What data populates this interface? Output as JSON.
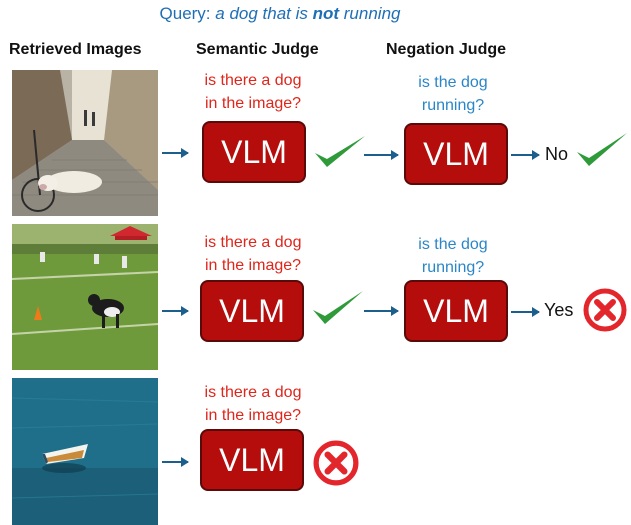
{
  "query": {
    "prefix": "Query: ",
    "text_before": "a dog that is ",
    "emph": "not",
    "text_after": " running"
  },
  "headers": {
    "retrieved": "Retrieved Images",
    "semantic": "Semantic Judge",
    "negation": "Negation Judge"
  },
  "rows": [
    {
      "semantic_q1": "is there a dog",
      "semantic_q2": "in the image?",
      "vlm": "VLM",
      "negation_q1": "is the dog",
      "negation_q2": "running?",
      "vlm2": "VLM",
      "answer": "No"
    },
    {
      "semantic_q1": "is there a dog",
      "semantic_q2": "in the image?",
      "vlm": "VLM",
      "negation_q1": "is the dog",
      "negation_q2": "running?",
      "vlm2": "VLM",
      "answer": "Yes"
    },
    {
      "semantic_q1": "is there a dog",
      "semantic_q2": "in the image?",
      "vlm": "VLM"
    }
  ],
  "colors": {
    "vlm_fill": "#b50c0c",
    "semantic_text": "#e0251b",
    "negation_text": "#2a86c7",
    "check": "#2e9a3a",
    "cross": "#e3262b"
  }
}
